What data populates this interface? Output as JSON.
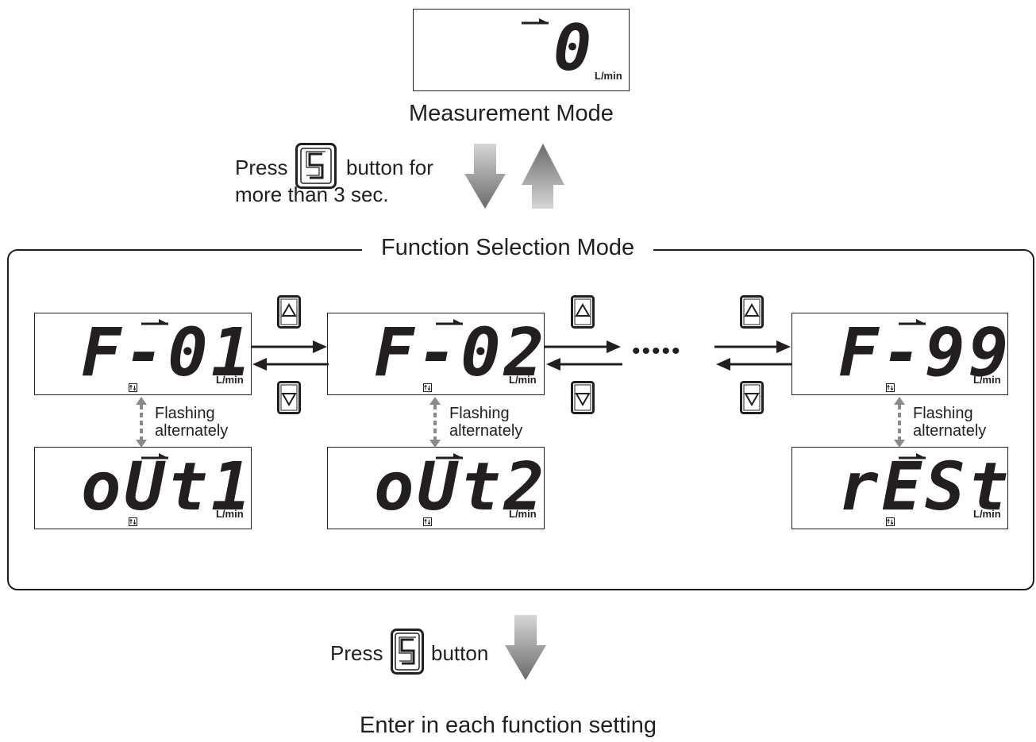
{
  "measurement": {
    "display": "0",
    "unit": "L/min",
    "caption": "Measurement Mode"
  },
  "transition_in": {
    "line1_before": "Press",
    "line1_after": "button for",
    "line2": "more than 3 sec."
  },
  "function_mode": {
    "title": "Function Selection Mode"
  },
  "functions": [
    {
      "code": "F-01",
      "alt": "oUt1",
      "unit": "L/min",
      "note_line1": "Flashing",
      "note_line2": "alternately"
    },
    {
      "code": "F-02",
      "alt": "oUt2",
      "unit": "L/min",
      "note_line1": "Flashing",
      "note_line2": "alternately"
    },
    {
      "code": "F-99",
      "alt": "rESt",
      "unit": "L/min",
      "note_line1": "Flashing",
      "note_line2": "alternately"
    }
  ],
  "ellipsis": "•••••",
  "transition_out": {
    "before": "Press",
    "after": "button"
  },
  "footer": {
    "caption": "Enter in each function setting"
  },
  "colors": {
    "ink": "#231f20",
    "arrow_gray": "#8a8a8a"
  }
}
